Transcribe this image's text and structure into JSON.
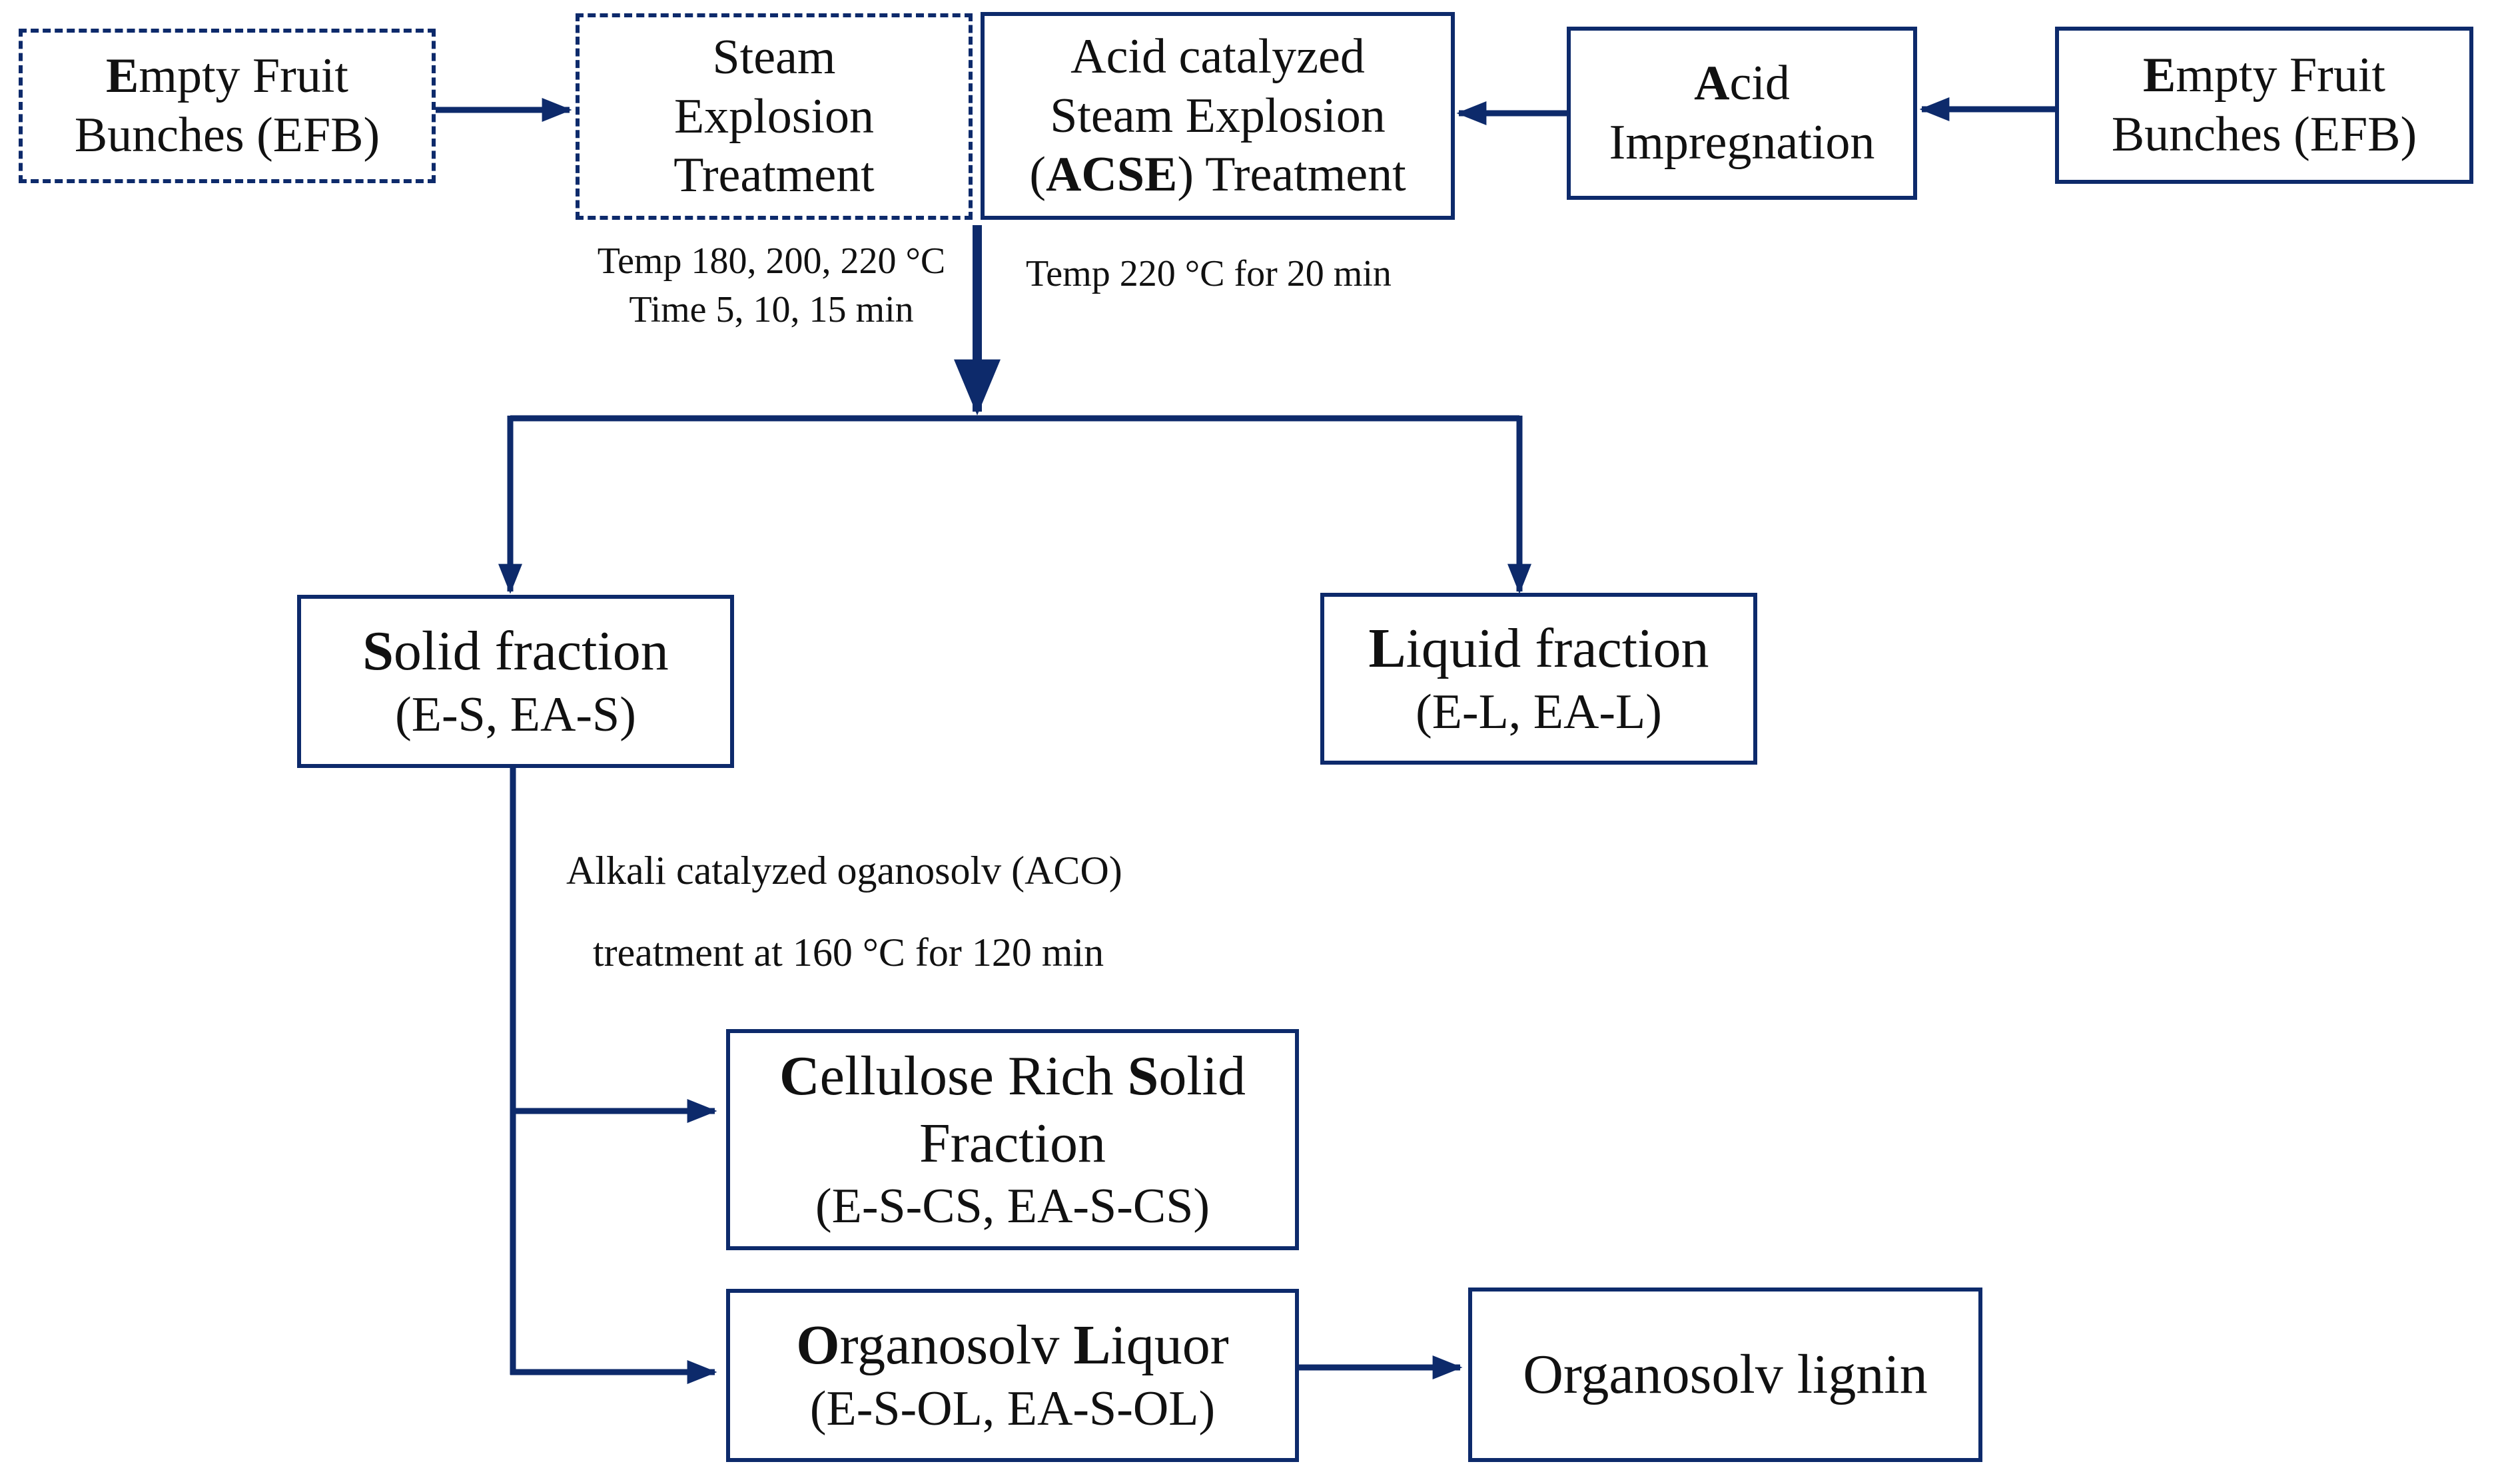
{
  "colors": {
    "border": "#0d2a6b",
    "arrow": "#0d2a6b",
    "text": "#111111",
    "background": "#ffffff"
  },
  "nodes": {
    "efb_left": {
      "line1_initial": "E",
      "line1_rest": "mpty Fruit",
      "line2": "Bunches (EFB)",
      "style": "dashed"
    },
    "steam_explosion": {
      "line1": "Steam",
      "line2": "Explosion",
      "line3": "Treatment",
      "style": "dashed"
    },
    "acse": {
      "line1": "Acid catalyzed",
      "line2": "Steam Explosion",
      "line3_open": "(",
      "line3_bold": "ACSE",
      "line3_rest": ") Treatment"
    },
    "acid_impregnation": {
      "line1_initial": "A",
      "line1_rest": "cid",
      "line2": "Impregnation"
    },
    "efb_right": {
      "line1_initial": "E",
      "line1_rest": "mpty Fruit",
      "line2": "Bunches (EFB)"
    },
    "solid_fraction": {
      "line1_initial": "S",
      "line1_rest": "olid fraction",
      "line2": "(E-S, EA-S)"
    },
    "liquid_fraction": {
      "line1_initial": "L",
      "line1_rest": "iquid fraction",
      "line2": "(E-L, EA-L)"
    },
    "cellulose": {
      "line1_initial1": "C",
      "line1_mid": "ellulose Rich ",
      "line1_initial2": "S",
      "line1_rest": "olid",
      "line2": "Fraction",
      "line3": "(E-S-CS,  EA-S-CS)"
    },
    "organosolv_liquor": {
      "line1_initial1": "O",
      "line1_mid": "rganosolv ",
      "line1_initial2": "L",
      "line1_rest": "iquor",
      "line2": "(E-S-OL,  EA-S-OL)"
    },
    "organosolv_lignin": {
      "label": "Organosolv lignin"
    }
  },
  "annotations": {
    "steam_conditions": {
      "line1": "Temp 180, 200, 220 °C",
      "line2": "Time   5, 10, 15 min"
    },
    "acse_conditions": "Temp 220 °C for 20 min",
    "aco_conditions": {
      "line1": "Alkali catalyzed oganosolv (ACO)",
      "line2": "treatment at 160 °C for 120 min"
    }
  }
}
